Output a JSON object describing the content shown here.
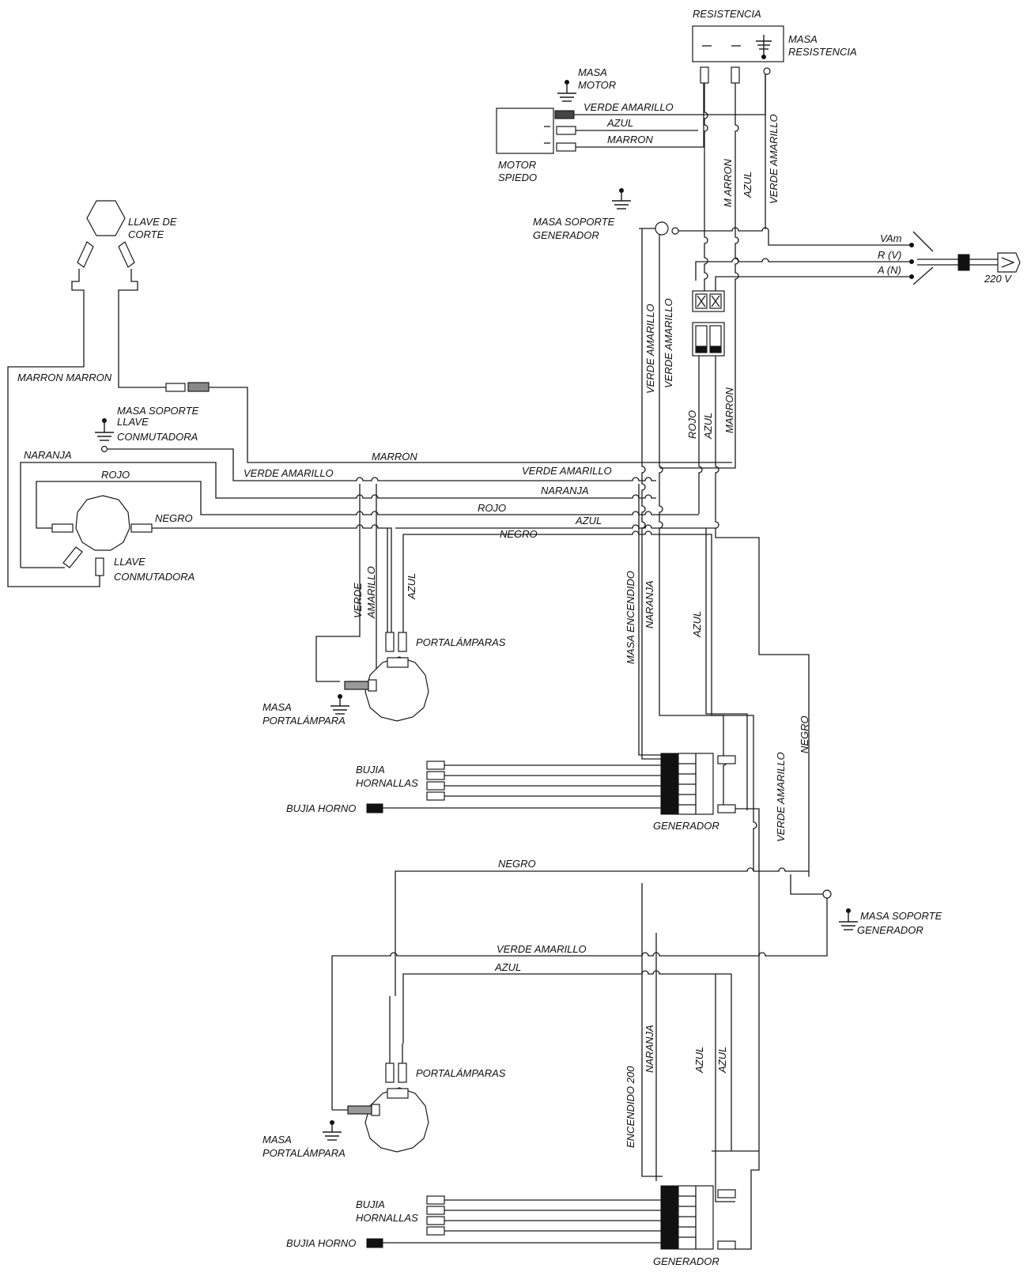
{
  "labels": {
    "resistencia": "RESISTENCIA",
    "masa_resistencia_1": "MASA",
    "masa_resistencia_2": "RESISTENCIA",
    "masa_motor_1": "MASA",
    "masa_motor_2": "MOTOR",
    "motor_1": "MOTOR",
    "motor_2": "SPIEDO",
    "llave_corte_1": "LLAVE DE",
    "llave_corte_2": "CORTE",
    "masa_soporte_gen_top_1": "MASA SOPORTE",
    "masa_soporte_gen_top_2": "GENERADOR",
    "masa_soporte_llave_1": "MASA SOPORTE",
    "masa_soporte_llave_2": "LLAVE",
    "masa_soporte_llave_3": "CONMUTADORA",
    "llave_conmutadora_1": "LLAVE",
    "llave_conmutadora_2": "CONMUTADORA",
    "portalamparas_top": "PORTALÁMPARAS",
    "masa_portalampara_top_1": "MASA",
    "masa_portalampara_top_2": "PORTALÁMPARA",
    "bujia_hornallas_top_1": "BUJIA",
    "bujia_hornallas_top_2": "HORNALLAS",
    "bujia_horno_top": "BUJIA HORNO",
    "generador_top": "GENERADOR",
    "masa_soporte_gen_bot_1": "MASA SOPORTE",
    "masa_soporte_gen_bot_2": "GENERADOR",
    "portalamparas_bot": "PORTALÁMPARAS",
    "masa_portalampara_bot_1": "MASA",
    "masa_portalampara_bot_2": "PORTALÁMPARA",
    "bujia_hornallas_bot_1": "BUJIA",
    "bujia_hornallas_bot_2": "HORNALLAS",
    "bujia_horno_bot": "BUJIA HORNO",
    "generador_bot": "GENERADOR",
    "vam": "VAm",
    "rv": "R (V)",
    "an": "A (N)",
    "v220": "220 V"
  },
  "wires": {
    "motor_verde_amarillo": "VERDE AMARILLO",
    "motor_azul": "AZUL",
    "motor_marron": "MARRON",
    "vert_marron": "M ARRON",
    "vert_azul": "AZUL",
    "vert_verde_amarillo": "VERDE AMARILLO",
    "marron_marron": "MARRON MARRON",
    "vert_va_1": "VERDE AMARILLO",
    "vert_va_2": "VERDE AMARILLO",
    "vert_rojo": "ROJO",
    "vert_azul_2": "AZUL",
    "vert_marron_2": "MARRON",
    "naranja": "NARANJA",
    "rojo_left": "ROJO",
    "verde_amarillo_left": "VERDE AMARILLO",
    "marron_mid": "MARRON",
    "verde_amarillo_mid": "VERDE AMARILLO",
    "naranja_mid": "NARANJA",
    "rojo_mid": "ROJO",
    "negro_llave": "NEGRO",
    "azul_mid": "AZUL",
    "negro_mid": "NEGRO",
    "verde": "VERDE",
    "amarillo": "AMARILLO",
    "azul_portal": "AZUL",
    "masa_encendido": "MASA ENCENDIDO",
    "naranja_vert": "NARANJA",
    "azul_vert": "AZUL",
    "verde_amarillo_right": "VERDE AMARILLO",
    "negro_right": "NEGRO",
    "negro_bot": "NEGRO",
    "verde_amarillo_bot": "VERDE AMARILLO",
    "azul_bot": "AZUL",
    "encendido_200": "ENCENDIDO 200",
    "naranja_bot": "NARANJA",
    "azul_bot_v1": "AZUL",
    "azul_bot_v2": "AZUL"
  }
}
